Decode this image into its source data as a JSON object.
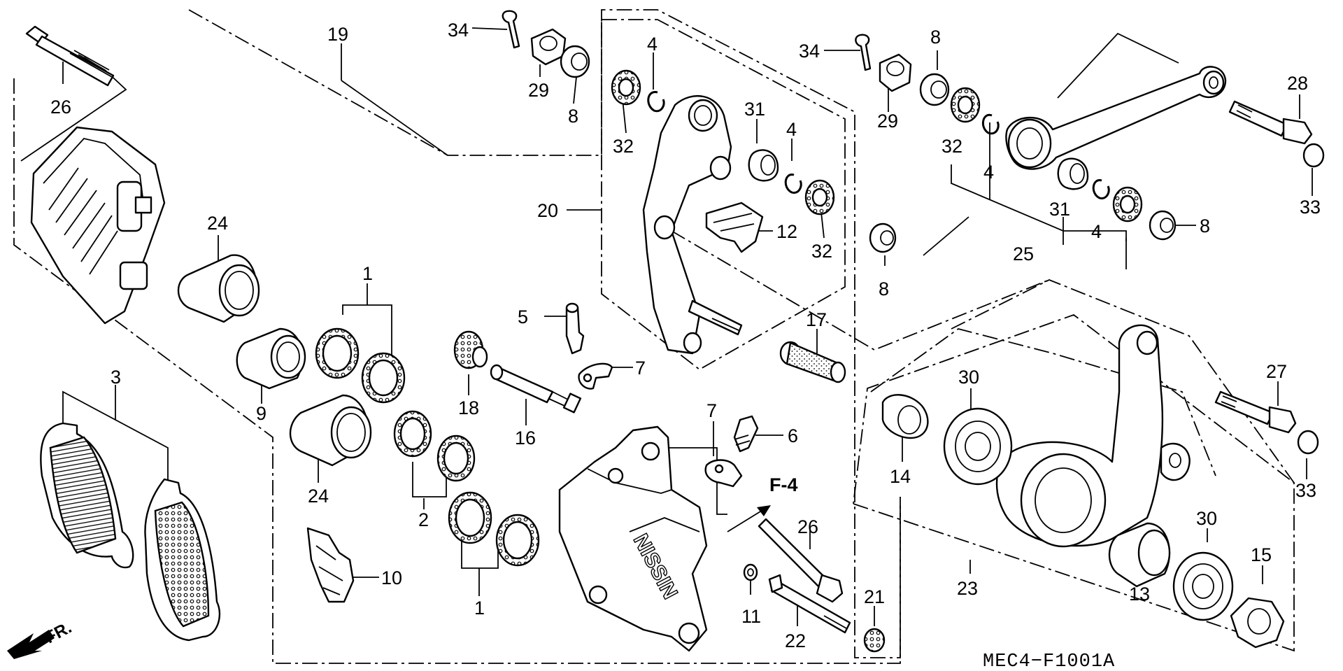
{
  "figure": {
    "code": "MEC4−F1001A",
    "front_label": "FR.",
    "ref_label": "F-4"
  },
  "callouts": {
    "c1a": "1",
    "c1b": "1",
    "c2": "2",
    "c3": "3",
    "c4a": "4",
    "c4b": "4",
    "c4c": "4",
    "c4d": "4",
    "c5": "5",
    "c6": "6",
    "c7a": "7",
    "c7b": "7",
    "c8a": "8",
    "c8b": "8",
    "c8c": "8",
    "c8d": "8",
    "c8e": "8",
    "c9": "9",
    "c10": "10",
    "c11": "11",
    "c12": "12",
    "c13": "13",
    "c14": "14",
    "c15": "15",
    "c16": "16",
    "c17": "17",
    "c18": "18",
    "c19": "19",
    "c20": "20",
    "c21": "21",
    "c22": "22",
    "c23": "23",
    "c24a": "24",
    "c24b": "24",
    "c25": "25",
    "c26a": "26",
    "c26b": "26",
    "c27": "27",
    "c28": "28",
    "c29a": "29",
    "c29b": "29",
    "c30a": "30",
    "c30b": "30",
    "c31a": "31",
    "c31b": "31",
    "c32a": "32",
    "c32b": "32",
    "c32c": "32",
    "c33a": "33",
    "c33b": "33",
    "c34a": "34",
    "c34b": "34"
  },
  "caliper_logo": "NISSIN",
  "colors": {
    "ink": "#000000",
    "paper": "#ffffff"
  },
  "icons": {
    "front_arrow": "arrow-down-left-icon",
    "ref_arrow": "arrow-right-icon"
  }
}
